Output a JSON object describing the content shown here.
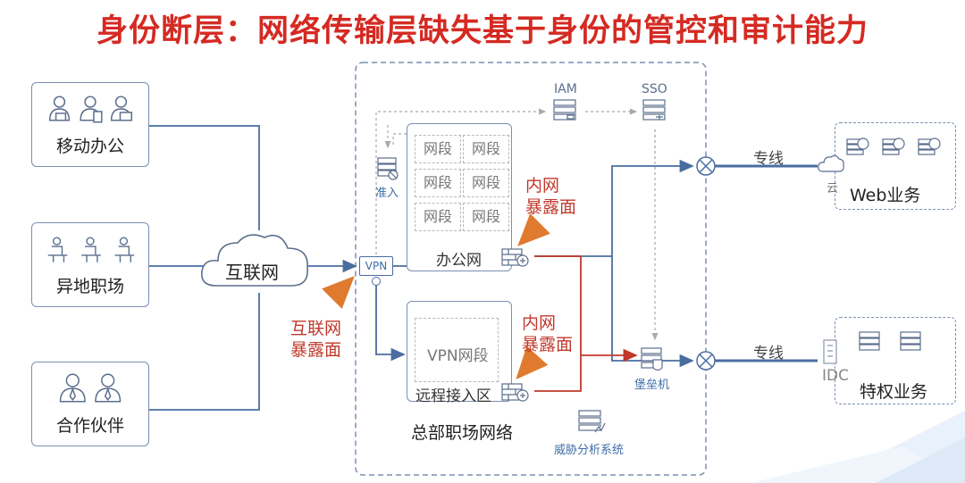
{
  "title": "身份断层：网络传输层缺失基于身份的管控和审计能力",
  "users": [
    {
      "label": "移动办公"
    },
    {
      "label": "异地职场"
    },
    {
      "label": "合作伙伴"
    }
  ],
  "internet": "互联网",
  "vpn": "VPN",
  "internet_exposure": [
    "互联网",
    "暴露面"
  ],
  "office_net": {
    "segments": [
      "网段",
      "网段",
      "网段",
      "网段",
      "网段",
      "网段"
    ],
    "label": "办公网"
  },
  "remote_zone": {
    "segment": "VPN网段",
    "label": "远程接入区"
  },
  "intranet_exposure_1": [
    "内网",
    "暴露面"
  ],
  "intranet_exposure_2": [
    "内网",
    "暴露面"
  ],
  "hq_label": "总部职场网络",
  "iam": "IAM",
  "sso": "SSO",
  "access": "准入",
  "bastion": "堡垒机",
  "threat": "威胁分析系统",
  "dedicated_line_1": "专线",
  "dedicated_line_2": "专线",
  "cloud_small": "云",
  "web_service": "Web业务",
  "idc": "IDC",
  "privileged_service": "特权业务",
  "colors": {
    "title": "#d42a22",
    "line": "#4a6da0",
    "red_line": "#c0392b",
    "box": "#7b8fb0"
  }
}
